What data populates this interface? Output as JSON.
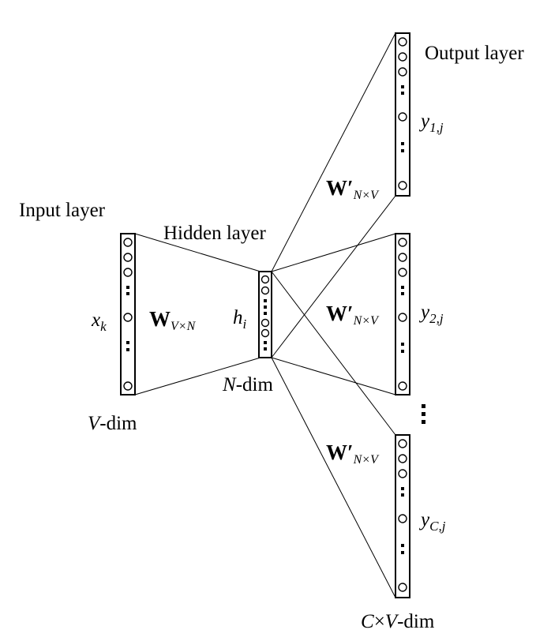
{
  "labels": {
    "input_layer": "Input layer",
    "hidden_layer": "Hidden layer",
    "output_layer": "Output layer",
    "x_var": "x",
    "x_sub": "k",
    "h_var": "h",
    "h_sub": "i",
    "w_input": "W",
    "w_input_sub": "V×N",
    "w_output": "W′",
    "w_output_sub": "N×V",
    "y1_var": "y",
    "y1_sub": "1,j",
    "y2_var": "y",
    "y2_sub": "2,j",
    "yc_var": "y",
    "yc_sub": "C,j",
    "v_var": "V",
    "v_dim": "-dim",
    "n_var": "N",
    "n_dim": "-dim",
    "cv_c": "C",
    "cv_x": "×",
    "cv_v": "V",
    "cv_dim": "-dim"
  }
}
